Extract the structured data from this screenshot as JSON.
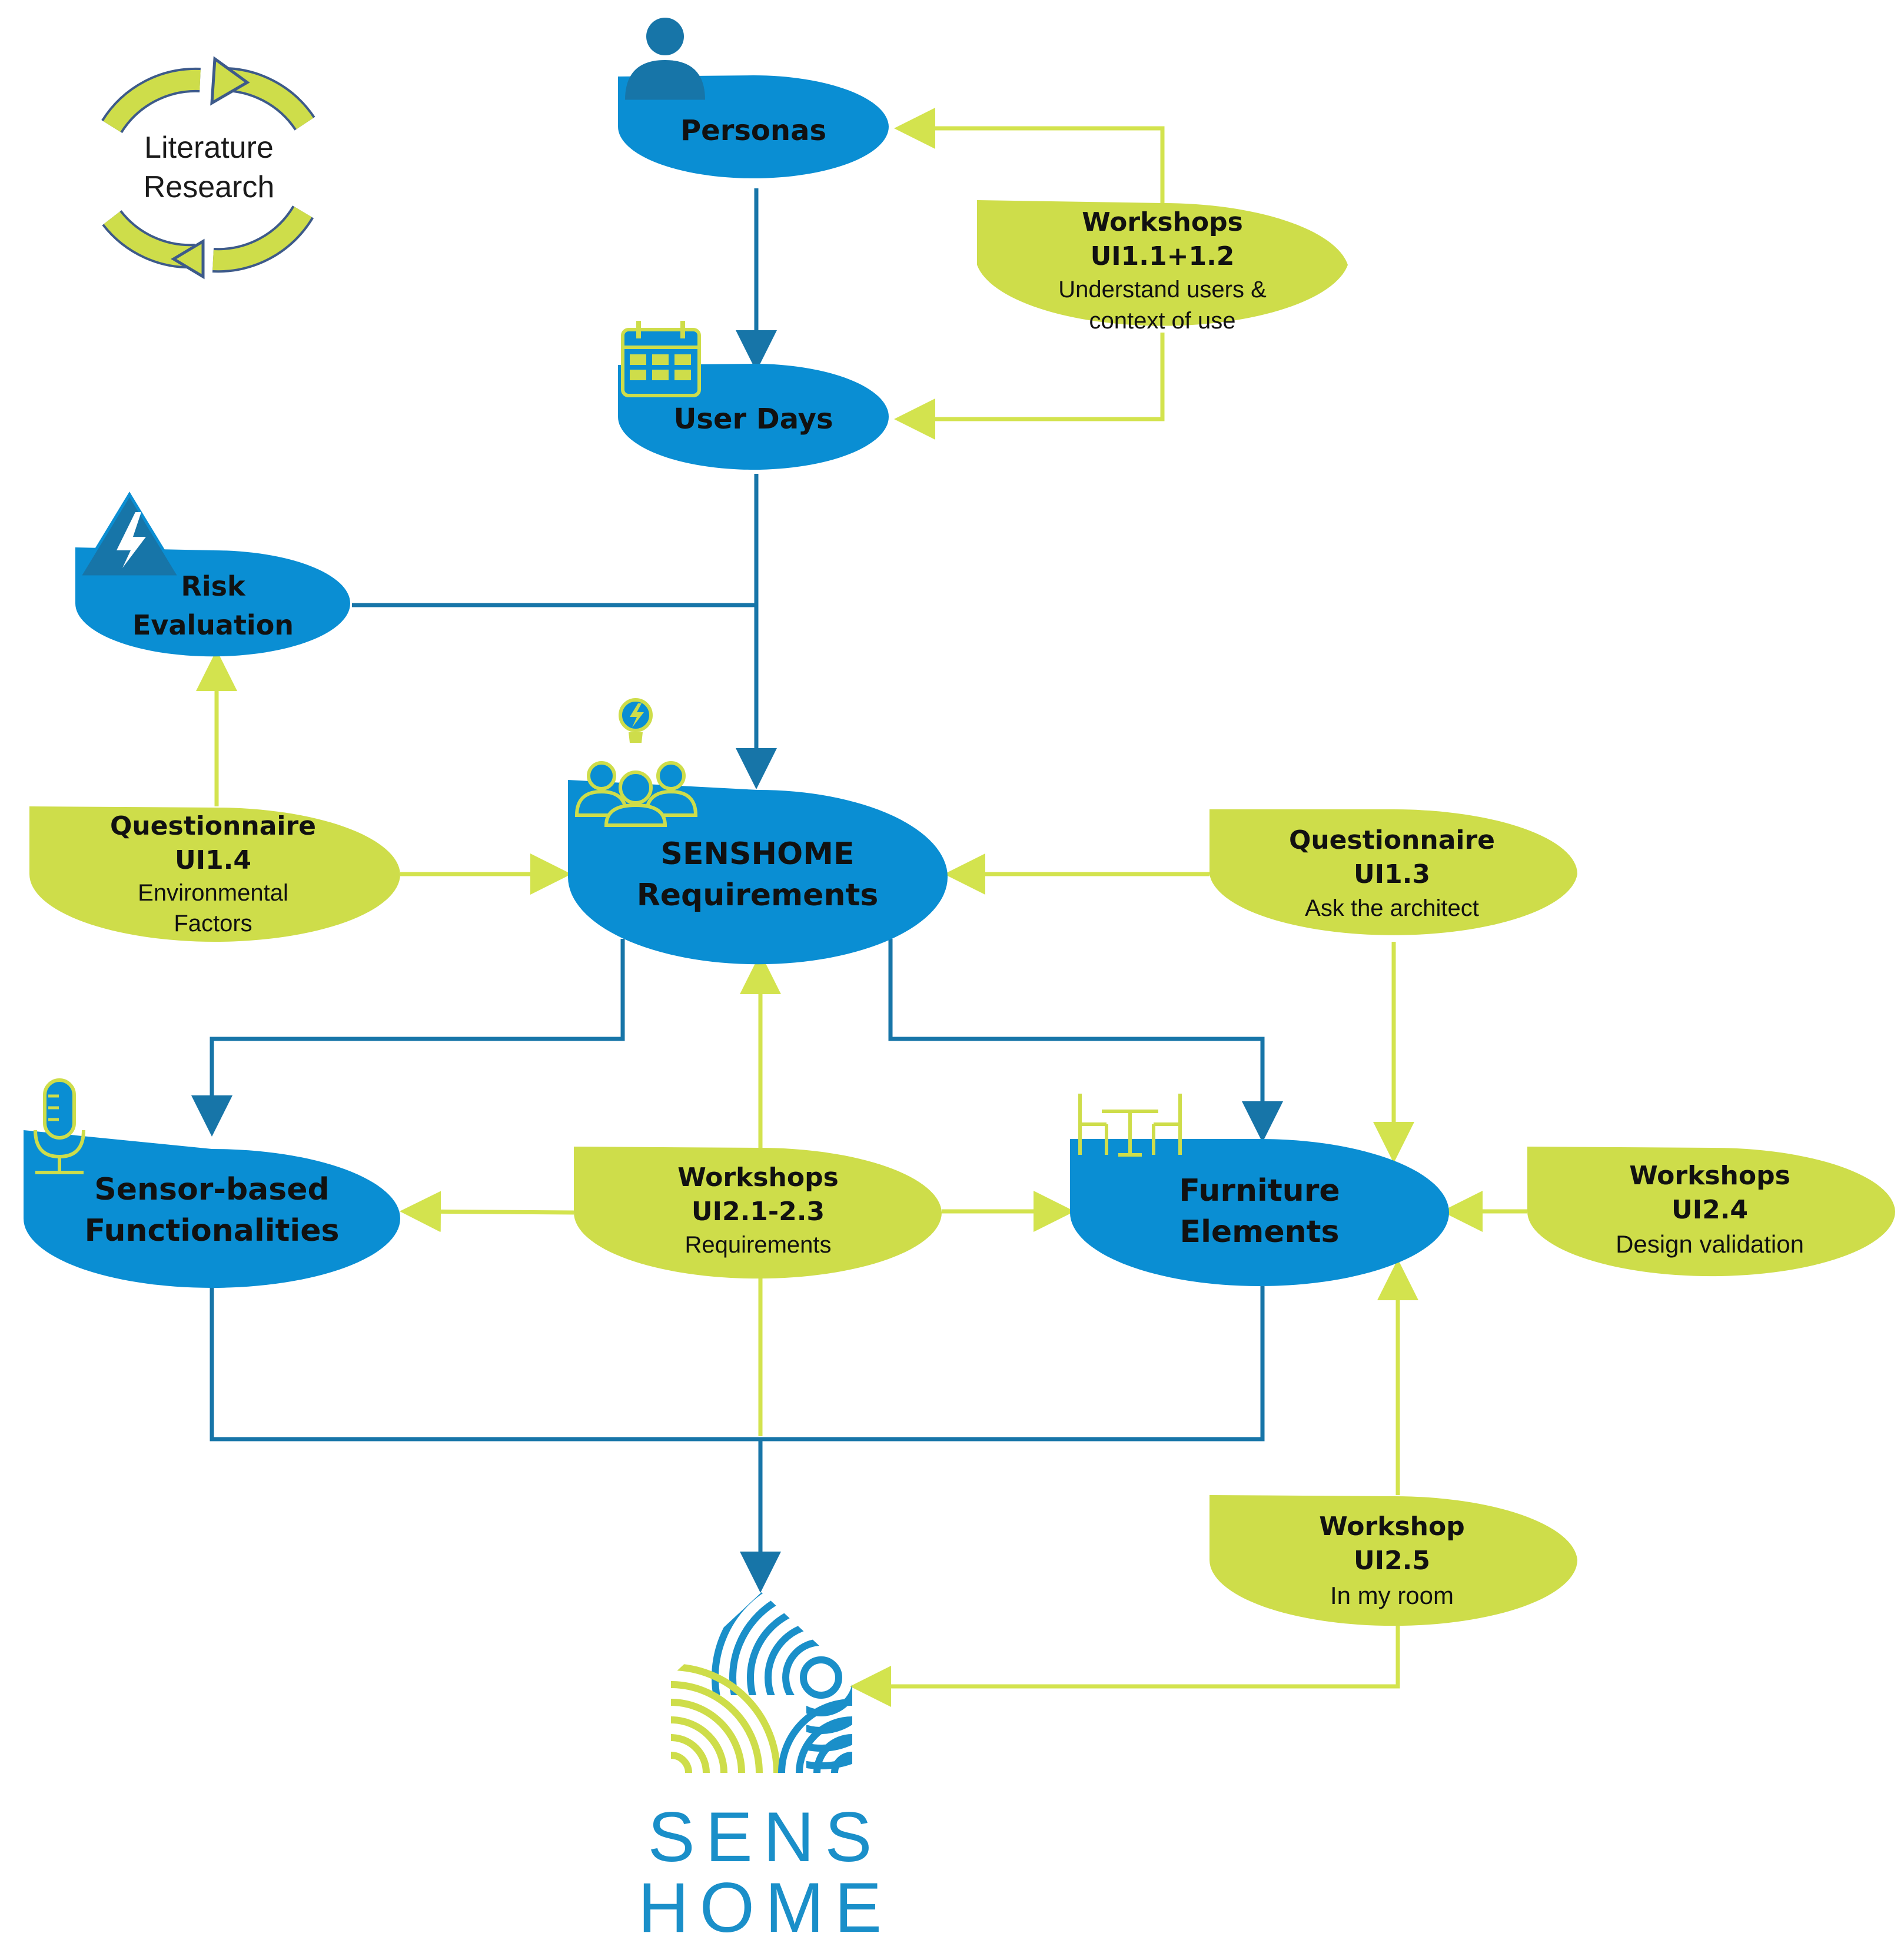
{
  "colors": {
    "blue": "#0a8ed3",
    "blue_dark": "#1775a8",
    "green": "#cedd4a",
    "green_line": "#d3e34e",
    "logo_teal": "#1a8fc9"
  },
  "literature": {
    "line1": "Literature",
    "line2": "Research",
    "icon": "cycle-arrows-icon"
  },
  "personas": {
    "title": "Personas",
    "icon": "person-icon"
  },
  "user_days": {
    "title": "User Days",
    "icon": "calendar-icon"
  },
  "risk": {
    "line1": "Risk",
    "line2": "Evaluation",
    "icon": "warning-triangle-icon"
  },
  "requirements": {
    "line1": "SENSHOME",
    "line2": "Requirements",
    "icon": "team-idea-icon"
  },
  "sensor": {
    "line1": "Sensor-based",
    "line2": "Functionalities",
    "icon": "microphone-icon"
  },
  "furniture": {
    "line1": "Furniture",
    "line2": "Elements",
    "icon": "table-chairs-icon"
  },
  "ws_1_1": {
    "title": "Workshops",
    "code": "UI1.1+1.2",
    "desc1": "Understand users &",
    "desc2": "context of use"
  },
  "q_1_4": {
    "title": "Questionnaire",
    "code": "UI1.4",
    "desc1": "Environmental",
    "desc2": "Factors"
  },
  "q_1_3": {
    "title": "Questionnaire",
    "code": "UI1.3",
    "desc1": "Ask the architect"
  },
  "ws_2_1": {
    "title": "Workshops",
    "code": "UI2.1-2.3",
    "desc1": "Requirements"
  },
  "ws_2_4": {
    "title": "Workshops",
    "code": "UI2.4",
    "desc1": "Design validation"
  },
  "ws_2_5": {
    "title": "Workshop",
    "code": "UI2.5",
    "desc1": "In my room"
  },
  "logo": {
    "line1": "SENS",
    "line2": "HOME",
    "icon": "senshome-logo-icon"
  }
}
